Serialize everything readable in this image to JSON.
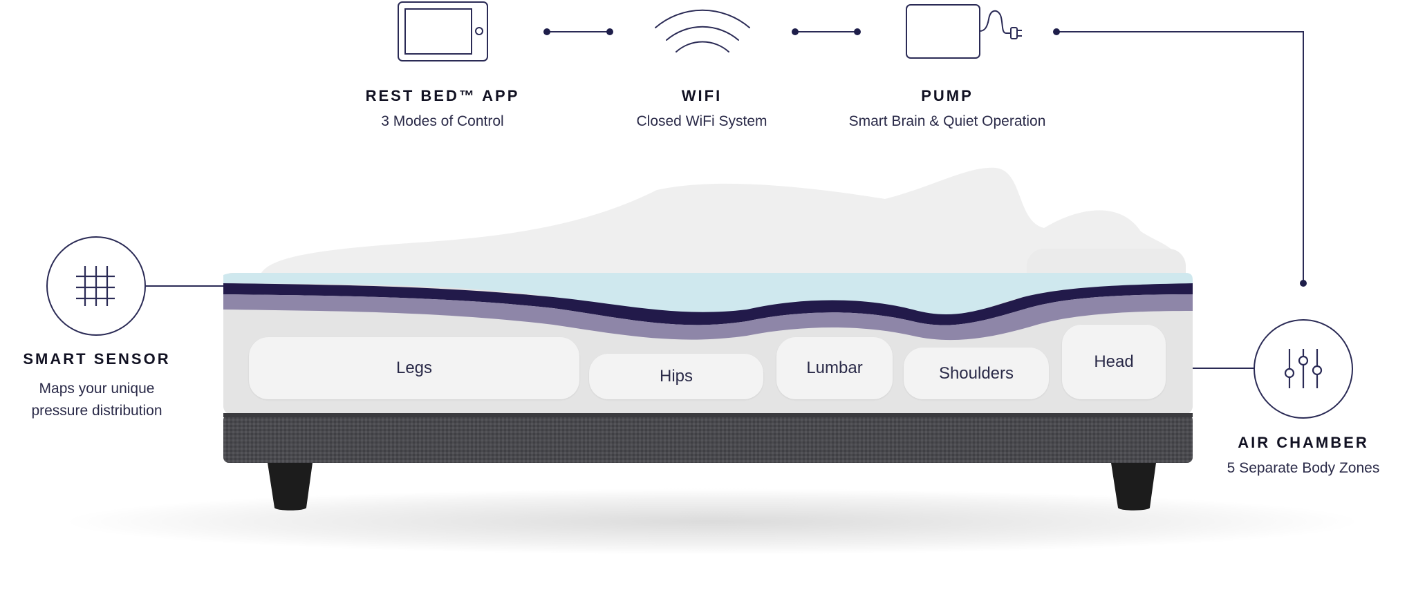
{
  "components": {
    "app": {
      "title": "REST BED™ APP",
      "subtitle": "3 Modes of Control"
    },
    "wifi": {
      "title": "WIFI",
      "subtitle": "Closed WiFi System"
    },
    "pump": {
      "title": "PUMP",
      "subtitle": "Smart Brain & Quiet Operation"
    },
    "sensor": {
      "title": "SMART SENSOR",
      "subtitle_line1": "Maps your unique",
      "subtitle_line2": "pressure distribution"
    },
    "air_chamber": {
      "title": "AIR CHAMBER",
      "subtitle": "5 Separate Body Zones"
    }
  },
  "zones": {
    "legs": "Legs",
    "hips": "Hips",
    "lumbar": "Lumbar",
    "shoulders": "Shoulders",
    "head": "Head"
  },
  "colors": {
    "line": "#2a2a55",
    "navy": "#221a4a",
    "lavender": "#8e86a8",
    "ice": "#cfe8ee",
    "cover": "#e4e4e4",
    "base": "#4a4a4e",
    "leg": "#1c1c1c",
    "sleeper": "#efefef"
  }
}
